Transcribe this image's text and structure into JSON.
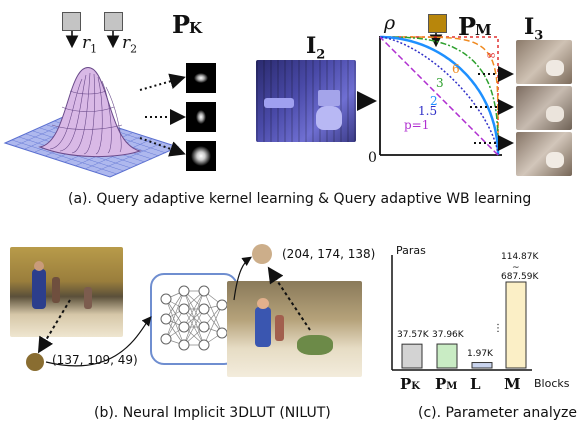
{
  "panel_a": {
    "caption": "(a). Query adaptive kernel learning & Query adaptive WB learning",
    "r1": "r",
    "r1_sub": "1",
    "r2": "r",
    "r2_sub": "2",
    "pk_main": "P",
    "pk_sub": "K",
    "i2_main": "I",
    "i2_sub": "2",
    "rho": "ρ",
    "pm_main": "P",
    "pm_sub": "M",
    "i3_main": "I",
    "i3_sub": "3",
    "origin": "0",
    "curves": [
      {
        "label": "∞",
        "color": "#e03030"
      },
      {
        "label": "6",
        "color": "#f08a20"
      },
      {
        "label": "3",
        "color": "#2ea02e"
      },
      {
        "label": "2",
        "color": "#1e90ff"
      },
      {
        "label": "1.5",
        "color": "#3030c8"
      },
      {
        "label": "p=1",
        "color": "#b030d0"
      }
    ],
    "prior_color": "#b8860b"
  },
  "panel_b": {
    "caption": "(b). Neural Implicit 3DLUT (NILUT)",
    "input_rgb": "(137, 109, 49)",
    "output_rgb": "(204, 174, 138)",
    "input_color": "#896d31",
    "output_color": "#ccae8a"
  },
  "panel_c": {
    "caption": "(c). Parameter analyze",
    "y_axis_label": "Paras",
    "x_axis_label": "Blocks",
    "chart_data": {
      "type": "bar",
      "categories": [
        "PK",
        "PM",
        "L",
        "M"
      ],
      "category_labels": [
        {
          "main": "P",
          "sub": "K"
        },
        {
          "main": "P",
          "sub": "M"
        },
        {
          "main": "L",
          "sub": ""
        },
        {
          "main": "M",
          "sub": ""
        }
      ],
      "values": [
        37.57,
        37.96,
        1.97,
        687.59
      ],
      "value_labels": [
        "37.57K",
        "37.96K",
        "1.97K",
        "114.87K ~ 687.59K"
      ],
      "m_range": {
        "low": "114.87K",
        "tilde": "~",
        "high": "687.59K"
      },
      "ellipsis": "⋮",
      "colors": [
        "#d3d3d3",
        "#c9ecc4",
        "#c9d4ee",
        "#fbefc6"
      ],
      "xlabel": "Blocks",
      "ylabel": "Paras"
    }
  }
}
